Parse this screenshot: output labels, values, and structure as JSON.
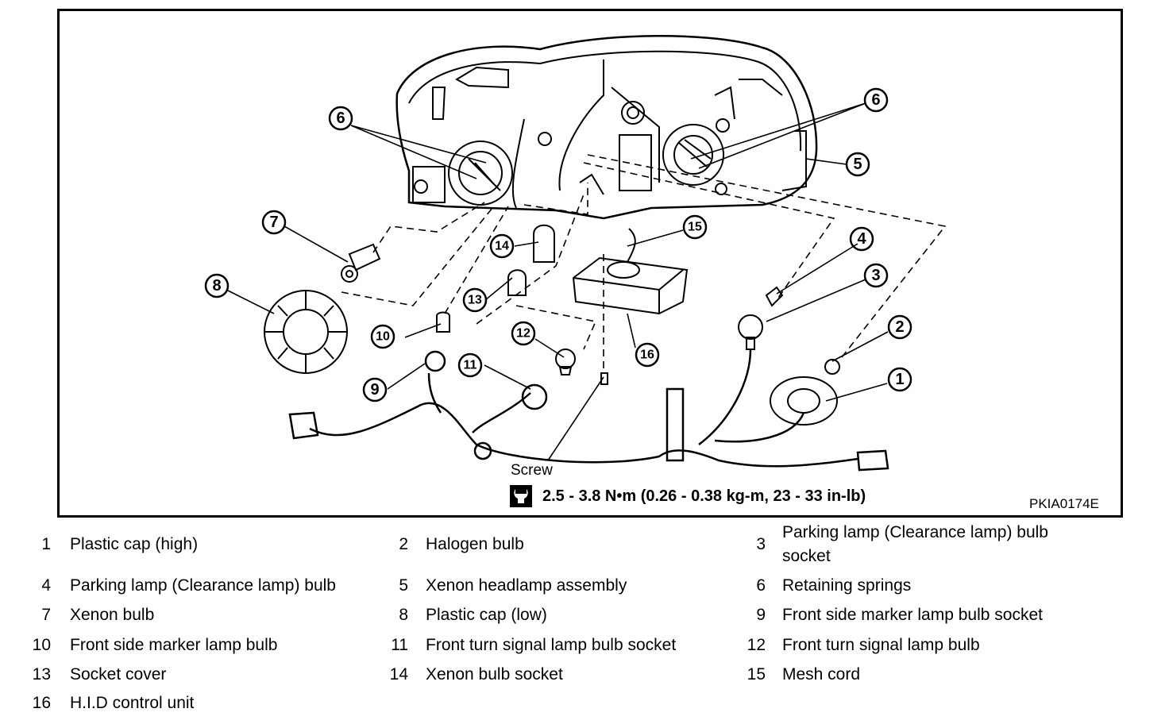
{
  "diagram": {
    "callouts": [
      "1",
      "2",
      "3",
      "4",
      "5",
      "6",
      "6",
      "7",
      "8",
      "9",
      "10",
      "11",
      "12",
      "13",
      "14",
      "15",
      "16"
    ],
    "screw_label": "Screw",
    "torque_icon": "torque-wrench-icon",
    "torque_spec": "2.5 - 3.8 N•m (0.26 - 0.38 kg-m, 23 - 33 in-lb)",
    "figure_code": "PKIA0174E"
  },
  "legend": [
    {
      "num": "1",
      "label": "Plastic cap (high)"
    },
    {
      "num": "2",
      "label": "Halogen bulb"
    },
    {
      "num": "3",
      "label": "Parking lamp (Clearance lamp) bulb",
      "label2": "socket"
    },
    {
      "num": "4",
      "label": "Parking lamp (Clearance lamp) bulb"
    },
    {
      "num": "5",
      "label": "Xenon headlamp assembly"
    },
    {
      "num": "6",
      "label": "Retaining springs"
    },
    {
      "num": "7",
      "label": "Xenon bulb"
    },
    {
      "num": "8",
      "label": "Plastic cap (low)"
    },
    {
      "num": "9",
      "label": "Front side marker lamp bulb socket"
    },
    {
      "num": "10",
      "label": "Front side marker lamp bulb"
    },
    {
      "num": "11",
      "label": "Front turn signal lamp bulb socket"
    },
    {
      "num": "12",
      "label": "Front turn signal lamp bulb"
    },
    {
      "num": "13",
      "label": "Socket cover"
    },
    {
      "num": "14",
      "label": "Xenon bulb socket"
    },
    {
      "num": "15",
      "label": "Mesh cord"
    },
    {
      "num": "16",
      "label": "H.I.D control unit"
    }
  ]
}
